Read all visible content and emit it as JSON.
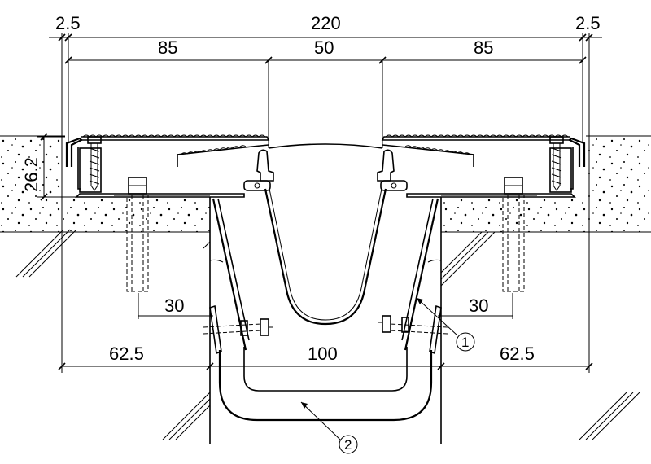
{
  "dimensions": {
    "top_left_edge": "2.5",
    "top_total": "220",
    "top_right_edge": "2.5",
    "left_plate": "85",
    "center_gap": "50",
    "right_plate": "85",
    "height": "26.2",
    "left_anchor": "30",
    "right_anchor": "30",
    "bottom_left": "62.5",
    "bottom_center": "100",
    "bottom_right": "62.5"
  },
  "callouts": {
    "item1": "1",
    "item2": "2"
  }
}
